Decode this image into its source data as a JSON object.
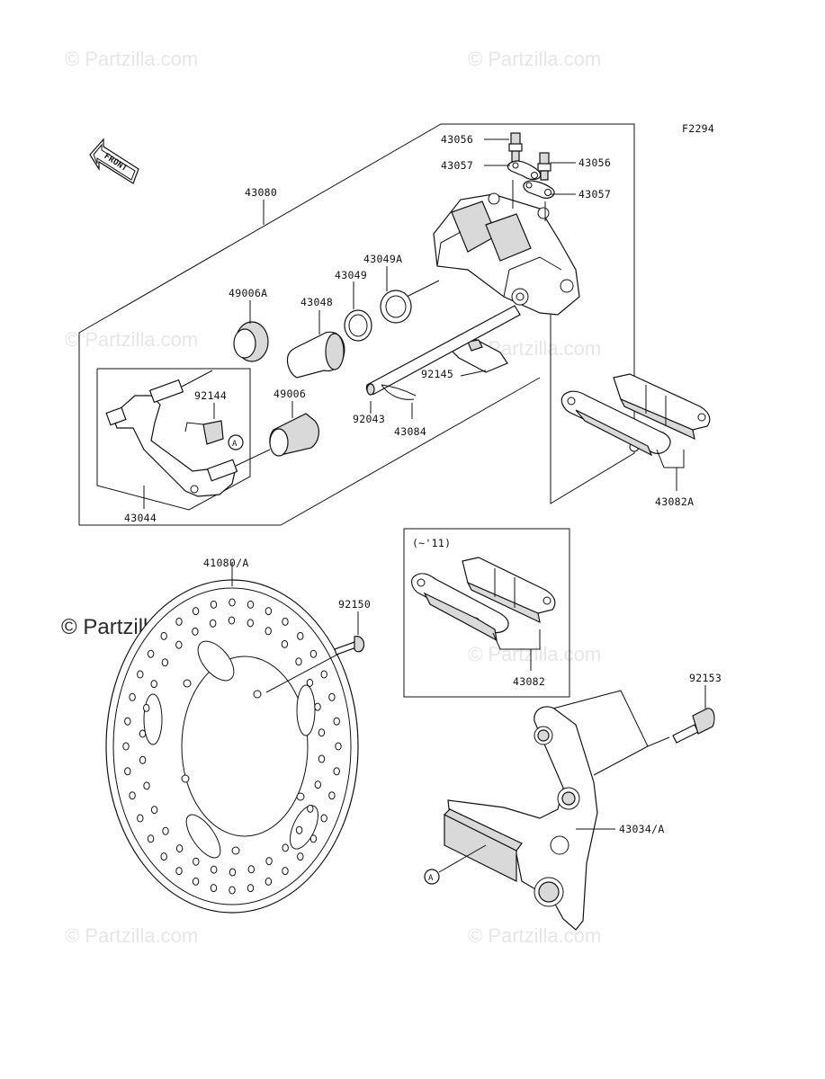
{
  "figure_code": "F2294",
  "front_label": "FRONT",
  "watermark": "© Partzilla.com",
  "ref_marker": "A",
  "pad_group_note": "(~'11)",
  "labels": {
    "l43056a": "43056",
    "l43056b": "43056",
    "l43057a": "43057",
    "l43057b": "43057",
    "l43080": "43080",
    "l49006A": "49006A",
    "l43048": "43048",
    "l43049": "43049",
    "l43049A": "43049A",
    "l92144": "92144",
    "l49006": "49006",
    "l92145": "92145",
    "l92043": "92043",
    "l43084": "43084",
    "l43044": "43044",
    "l43082A": "43082A",
    "l41080A": "41080/A",
    "l92150": "92150",
    "l43082": "43082",
    "l92153": "92153",
    "l43034A": "43034/A"
  }
}
